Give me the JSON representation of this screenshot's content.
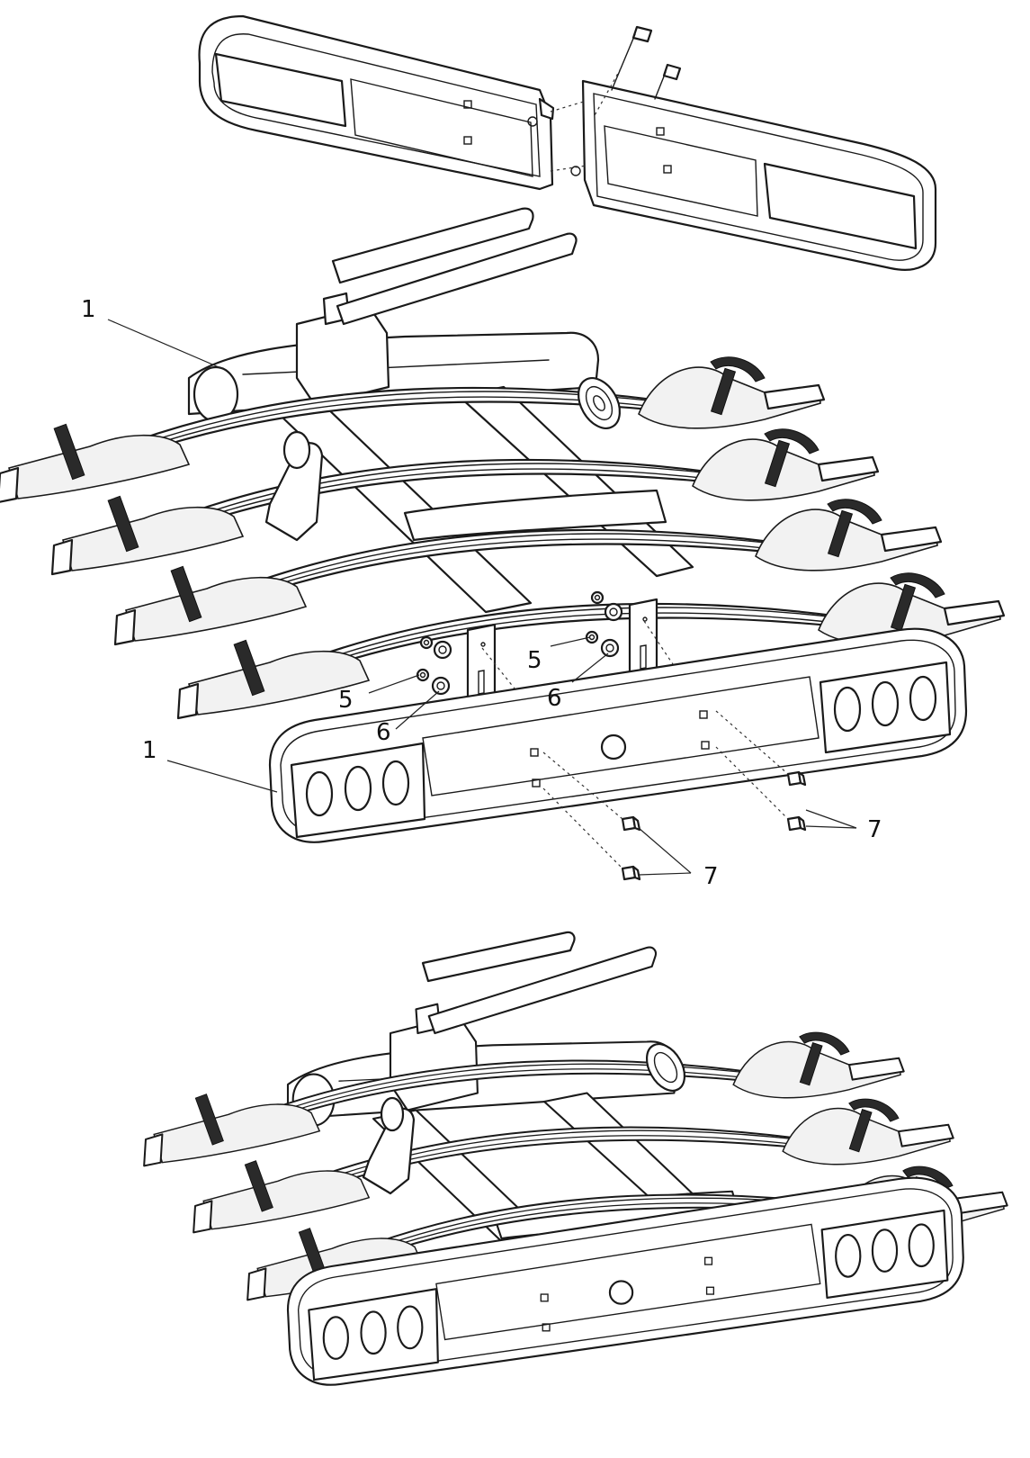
{
  "callouts": {
    "light_bar_label_a": "1",
    "light_bar_label_b": "1",
    "nut_label_left": "5",
    "nut_label_right": "5",
    "washer_label_left": "6",
    "washer_label_right": "6",
    "plug_label_right": "7",
    "plug_label_bottom": "7"
  },
  "colors": {
    "line": "#1a1a1a",
    "background": "#ffffff"
  }
}
